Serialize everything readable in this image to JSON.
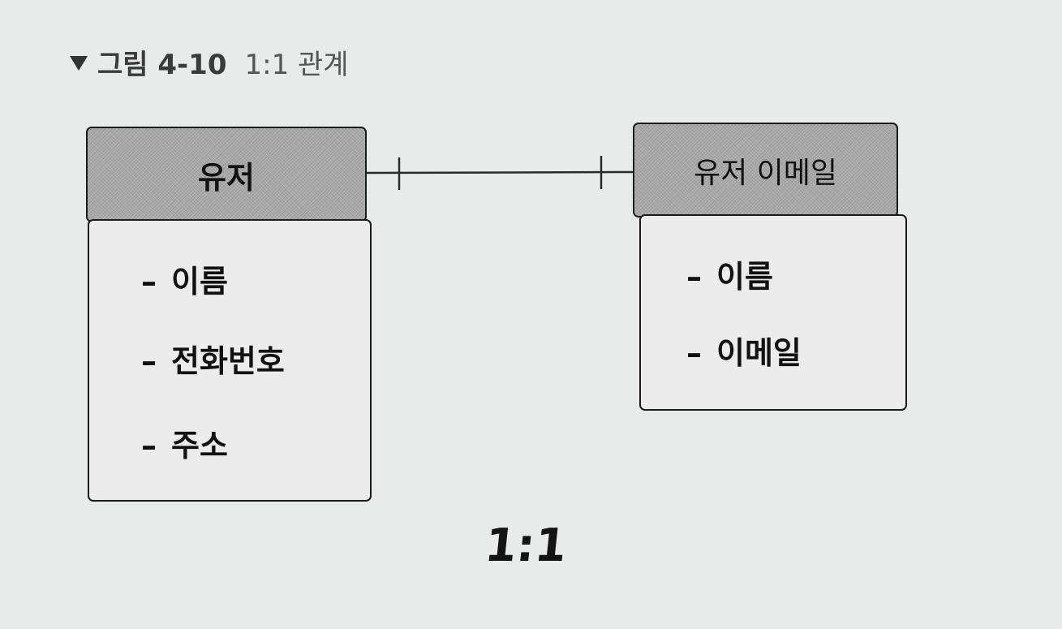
{
  "figure": {
    "label": "그림 4-10",
    "title": "1:1 관계"
  },
  "entities": [
    {
      "name": "유저",
      "attributes": [
        "이름",
        "전화번호",
        "주소"
      ]
    },
    {
      "name": "유저 이메일",
      "attributes": [
        "이름",
        "이메일"
      ]
    }
  ],
  "relationship": {
    "cardinality": "1:1",
    "dash": "–"
  }
}
